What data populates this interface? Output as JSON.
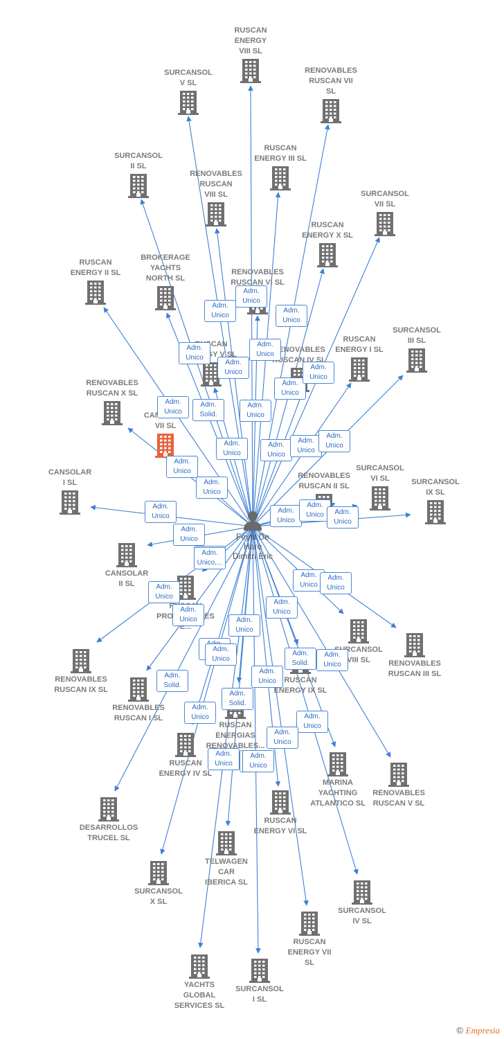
{
  "center": {
    "id": "person",
    "name_lines": [
      "Feytit De",
      "Haro",
      "Dimitri Eric"
    ]
  },
  "nodes": [
    {
      "id": "ruscan-energy-viii",
      "lines": [
        "RUSCAN",
        "ENERGY",
        "VIII  SL"
      ],
      "highlight": false
    },
    {
      "id": "surcansol-v",
      "lines": [
        "SURCANSOL",
        "V  SL"
      ],
      "highlight": false
    },
    {
      "id": "renovables-ruscan-vii",
      "lines": [
        "RENOVABLES",
        "RUSCAN VII",
        "SL"
      ],
      "highlight": false
    },
    {
      "id": "surcansol-ii",
      "lines": [
        "SURCANSOL",
        "II  SL"
      ],
      "highlight": false
    },
    {
      "id": "ruscan-energy-iii",
      "lines": [
        "RUSCAN",
        "ENERGY III  SL"
      ],
      "highlight": false
    },
    {
      "id": "renovables-ruscan-viii",
      "lines": [
        "RENOVABLES",
        "RUSCAN",
        "VIII  SL"
      ],
      "highlight": false
    },
    {
      "id": "surcansol-vii",
      "lines": [
        "SURCANSOL",
        "VII  SL"
      ],
      "highlight": false
    },
    {
      "id": "ruscan-energy-x",
      "lines": [
        "RUSCAN",
        "ENERGY X  SL"
      ],
      "highlight": false
    },
    {
      "id": "ruscan-energy-ii",
      "lines": [
        "RUSCAN",
        "ENERGY II  SL"
      ],
      "highlight": false
    },
    {
      "id": "brokerage-yachts-north",
      "lines": [
        "BROKERAGE",
        "YACHTS",
        "NORTH  SL"
      ],
      "highlight": false
    },
    {
      "id": "renovables-ruscan-vi",
      "lines": [
        "RENOVABLES",
        "RUSCAN VI  SL"
      ],
      "highlight": false
    },
    {
      "id": "ruscan-energy-i",
      "lines": [
        "RUSCAN",
        "ENERGY I  SL"
      ],
      "highlight": false
    },
    {
      "id": "surcansol-iii",
      "lines": [
        "SURCANSOL",
        "III  SL"
      ],
      "highlight": false
    },
    {
      "id": "ruscan-energy-v",
      "lines": [
        "RUSCAN",
        "ENERGY V  SL"
      ],
      "highlight": false
    },
    {
      "id": "renovables-ruscan-iv",
      "lines": [
        "RENOVABLES",
        "RUSCAN IV  SL"
      ],
      "highlight": false
    },
    {
      "id": "renovables-ruscan-x",
      "lines": [
        "RENOVABLES",
        "RUSCAN X  SL"
      ],
      "highlight": false
    },
    {
      "id": "cansolar-vii",
      "lines": [
        "CANSOLAR",
        "VII  SL"
      ],
      "highlight": true
    },
    {
      "id": "cansolar-i",
      "lines": [
        "CANSOLAR",
        "I  SL"
      ],
      "highlight": false
    },
    {
      "id": "renovables-ruscan-ii",
      "lines": [
        "RENOVABLES",
        "RUSCAN II  SL"
      ],
      "highlight": false
    },
    {
      "id": "surcansol-vi",
      "lines": [
        "SURCANSOL",
        "VI  SL"
      ],
      "highlight": false
    },
    {
      "id": "surcansol-ix",
      "lines": [
        "SURCANSOL",
        "IX  SL"
      ],
      "highlight": false
    },
    {
      "id": "cansolar-ii",
      "lines": [
        "CANSOLAR",
        "II  SL"
      ],
      "highlight": false
    },
    {
      "id": "renovables-promociones",
      "lines": [
        "RUSCAN",
        "PROMOCIONES",
        "E..."
      ],
      "highlight": false
    },
    {
      "id": "surcansol-viii",
      "lines": [
        "SURCANSOL",
        "VIII  SL"
      ],
      "highlight": false
    },
    {
      "id": "renovables-ruscan-iii",
      "lines": [
        "RENOVABLES",
        "RUSCAN III  SL"
      ],
      "highlight": false
    },
    {
      "id": "renovables-ruscan-ix",
      "lines": [
        "RENOVABLES",
        "RUSCAN IX  SL"
      ],
      "highlight": false
    },
    {
      "id": "renovables-ruscan-i",
      "lines": [
        "RENOVABLES",
        "RUSCAN I  SL"
      ],
      "highlight": false
    },
    {
      "id": "ruscan-energy-ix",
      "lines": [
        "RUSCAN",
        "ENERGY IX  SL"
      ],
      "highlight": false
    },
    {
      "id": "ruscan-energias-renovables",
      "lines": [
        "RUSCAN",
        "ENERGIAS",
        "RENOVABLES..."
      ],
      "highlight": false
    },
    {
      "id": "ruscan-energy-iv",
      "lines": [
        "RUSCAN",
        "ENERGY IV  SL"
      ],
      "highlight": false
    },
    {
      "id": "marina-yachting-atlantico",
      "lines": [
        "MARINA",
        "YACHTING",
        "ATLANTICO  SL"
      ],
      "highlight": false
    },
    {
      "id": "renovables-ruscan-v",
      "lines": [
        "RENOVABLES",
        "RUSCAN V  SL"
      ],
      "highlight": false
    },
    {
      "id": "desarrollos-trucel",
      "lines": [
        "DESARROLLOS",
        "TRUCEL  SL"
      ],
      "highlight": false
    },
    {
      "id": "ruscan-energy-vi",
      "lines": [
        "RUSCAN",
        "ENERGY VI  SL"
      ],
      "highlight": false
    },
    {
      "id": "telwagen-car-iberica",
      "lines": [
        "TELWAGEN",
        "CAR",
        "IBERICA  SL"
      ],
      "highlight": false
    },
    {
      "id": "surcansol-iv",
      "lines": [
        "SURCANSOL",
        "IV  SL"
      ],
      "highlight": false
    },
    {
      "id": "surcansol-x",
      "lines": [
        "SURCANSOL",
        "X  SL"
      ],
      "highlight": false
    },
    {
      "id": "ruscan-energy-vii",
      "lines": [
        "RUSCAN",
        "ENERGY VII",
        "SL"
      ],
      "highlight": false
    },
    {
      "id": "yachts-global-services",
      "lines": [
        "YACHTS",
        "GLOBAL",
        "SERVICES  SL"
      ],
      "highlight": false
    },
    {
      "id": "surcansol-i",
      "lines": [
        "SURCANSOL",
        "I  SL"
      ],
      "highlight": false
    }
  ],
  "edge_labels": [
    {
      "lines": [
        "Adm.",
        "Unico"
      ]
    },
    {
      "lines": [
        "Adm.",
        "Unico"
      ]
    },
    {
      "lines": [
        "Adm.",
        "Unico"
      ]
    },
    {
      "lines": [
        "Adm.",
        "Unico"
      ]
    },
    {
      "lines": [
        "Adm.",
        "Unico"
      ]
    },
    {
      "lines": [
        "Adm.",
        "Unico"
      ]
    },
    {
      "lines": [
        "Adm.",
        "Unico"
      ]
    },
    {
      "lines": [
        "Adm.",
        "Unico"
      ]
    },
    {
      "lines": [
        "Adm.",
        "Unico"
      ]
    },
    {
      "lines": [
        "Adm.",
        "Solid."
      ]
    },
    {
      "lines": [
        "Adm.",
        "Unico"
      ]
    },
    {
      "lines": [
        "Adm.",
        "Unico"
      ]
    },
    {
      "lines": [
        "Adm.",
        "Unico"
      ]
    },
    {
      "lines": [
        "Adm.",
        "Unico"
      ]
    },
    {
      "lines": [
        "Adm.",
        "Unico"
      ]
    },
    {
      "lines": [
        "Adm.",
        "Unico"
      ]
    },
    {
      "lines": [
        "Adm.",
        "Unico"
      ]
    },
    {
      "lines": [
        "Adm.",
        "Unico"
      ]
    },
    {
      "lines": [
        "Adm.",
        "Unico"
      ]
    },
    {
      "lines": [
        "Adm.",
        "Unico"
      ]
    },
    {
      "lines": [
        "Adm.",
        "Unico"
      ]
    },
    {
      "lines": [
        "Adm.",
        "Unico"
      ]
    },
    {
      "lines": [
        "Adm.",
        "Unico"
      ]
    },
    {
      "lines": [
        "Adm.",
        "Unico,..."
      ]
    },
    {
      "lines": [
        "Adm.",
        "Unico"
      ]
    },
    {
      "lines": [
        "Adm.",
        "Unico"
      ]
    },
    {
      "lines": [
        "Adm.",
        "Unico"
      ]
    },
    {
      "lines": [
        "Adm.",
        "Unico"
      ]
    },
    {
      "lines": [
        "Adm.",
        "Unico"
      ]
    },
    {
      "lines": [
        "Adm.",
        "Unico"
      ]
    },
    {
      "lines": [
        "Adm.",
        "Unico"
      ]
    },
    {
      "lines": [
        "Adm.",
        "Unico"
      ]
    },
    {
      "lines": [
        "Adm.",
        "Solid."
      ]
    },
    {
      "lines": [
        "Adm.",
        "Unico"
      ]
    },
    {
      "lines": [
        "Adm.",
        "Solid."
      ]
    },
    {
      "lines": [
        "Adm.",
        "Unico"
      ]
    },
    {
      "lines": [
        "Adm.",
        "Unico"
      ]
    },
    {
      "lines": [
        "Adm.",
        "Solid."
      ]
    },
    {
      "lines": [
        "Adm.",
        "Unico"
      ]
    },
    {
      "lines": [
        "Adm.",
        "Unico"
      ]
    },
    {
      "lines": [
        "Adm.",
        "Unico"
      ]
    },
    {
      "lines": [
        "Adm.",
        "Solid."
      ]
    },
    {
      "lines": [
        "Adm.",
        "Unico"
      ]
    }
  ],
  "footer": {
    "copyright": "©",
    "brand": "Empresia"
  },
  "colors": {
    "edge": "#3d7fd6",
    "building": "#707070",
    "highlight": "#e8623a",
    "label_text": "#2a6bc4"
  }
}
